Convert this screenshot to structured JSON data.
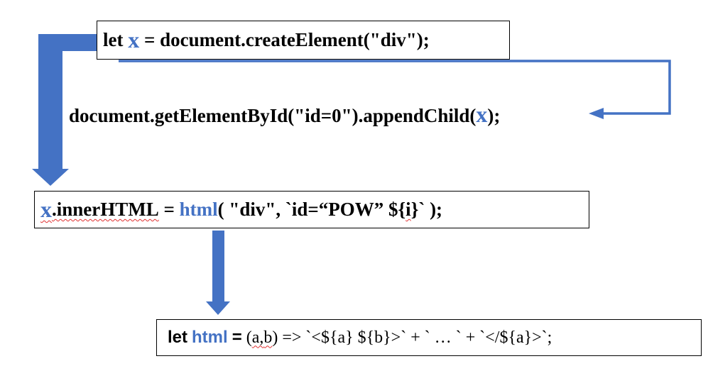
{
  "box1": {
    "kw": "let",
    "var": "x",
    "rest": "= document.createElement(\"div\");"
  },
  "line2": {
    "prefix": "document.getElementById(\"id=0\").appendChild(",
    "var": "x",
    "suffix": ");"
  },
  "box2": {
    "var": "x",
    "prop": ".innerHTML",
    "eq": "=",
    "fn": "html",
    "args": "( \"div\", `id=“POW” ${",
    "i": "i",
    "end": "}` );"
  },
  "box3": {
    "kw": "let",
    "fn": "html",
    "eq": "=",
    "params_open": "(",
    "param_a": "a,",
    "param_b": "b",
    "body": ") =>  `<${a} ${b}>` + ` … ` + `</${a}>`;"
  },
  "colors": {
    "accent_blue": "#4472c4",
    "text": "#000000",
    "spellcheck_red": "#e03030"
  }
}
